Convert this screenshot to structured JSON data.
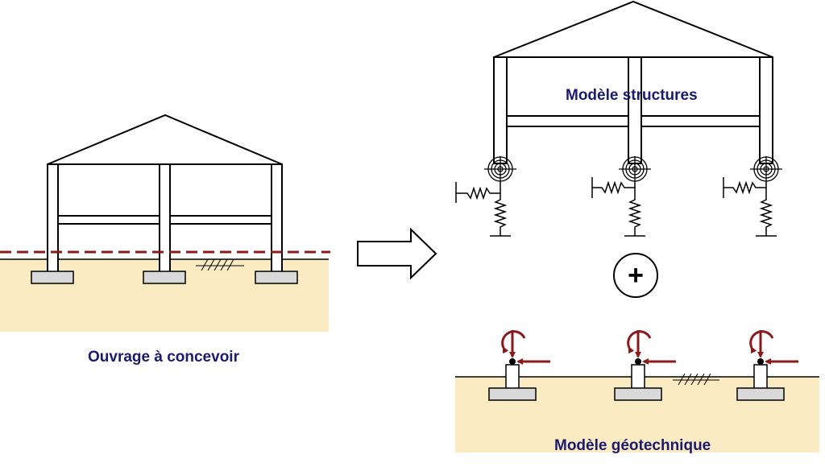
{
  "labels": {
    "ouvrage": "Ouvrage à concevoir",
    "structure_model": "Modèle structures",
    "geotechnical_model": "Modèle géotechnique",
    "plus": "+"
  },
  "colors": {
    "soil": "#fbebc3",
    "footing": "#d9d9d9",
    "label_text": "#1a1a6e",
    "water_table": "#8b1a1a",
    "force_arrow": "#8b1a1a",
    "line": "#000000"
  },
  "icons": [
    "spring-icon",
    "rotational-spring-icon",
    "moment-arrow-icon",
    "force-arrow-icon",
    "plus-icon",
    "right-arrow-icon"
  ]
}
